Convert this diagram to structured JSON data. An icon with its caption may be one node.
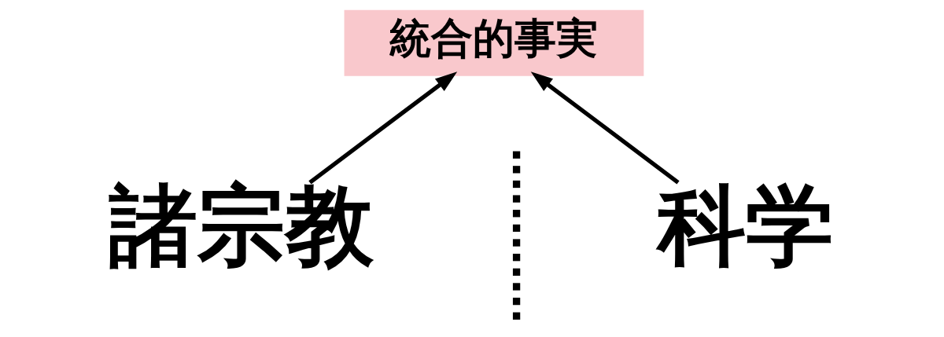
{
  "diagram": {
    "nodes": [
      {
        "text": [
          "統合的事実"
        ]
      },
      {
        "text": [
          "諸宗教"
        ]
      },
      {
        "text": [
          "科学"
        ]
      }
    ],
    "edges": [
      {
        "from": 1,
        "to": 0,
        "arrow": "to"
      },
      {
        "from": 2,
        "to": 0,
        "arrow": "to"
      }
    ]
  }
}
